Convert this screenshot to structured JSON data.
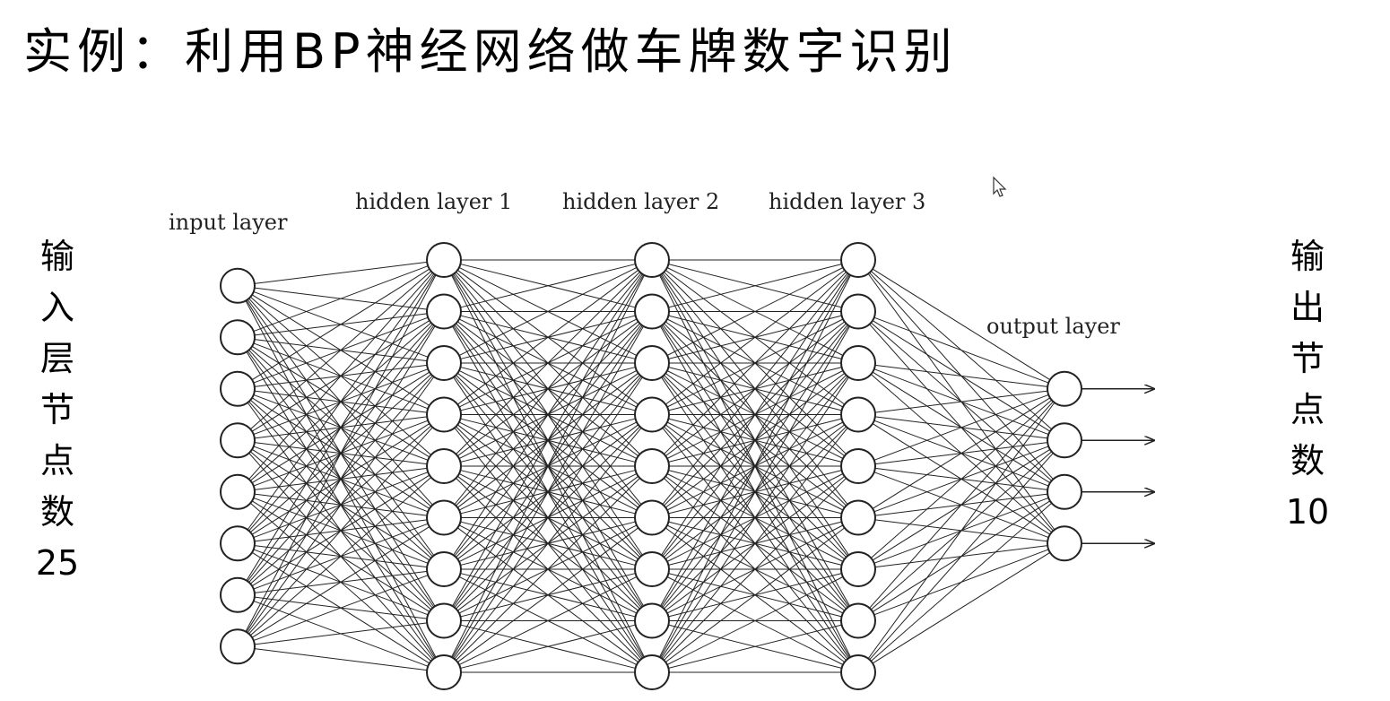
{
  "title": "实例：利用BP神经网络做车牌数字识别",
  "left_label": {
    "chars": [
      "输",
      "入",
      "层",
      "节",
      "点",
      "数",
      "25"
    ]
  },
  "right_label": {
    "chars": [
      "输",
      "出",
      "节",
      "点",
      "数",
      "10"
    ]
  },
  "diagram": {
    "layers": [
      {
        "name": "input layer",
        "nodes": 8
      },
      {
        "name": "hidden layer 1",
        "nodes": 9
      },
      {
        "name": "hidden layer 2",
        "nodes": 9
      },
      {
        "name": "hidden layer 3",
        "nodes": 9
      },
      {
        "name": "output layer",
        "nodes": 4
      }
    ],
    "connectivity": "fully-connected",
    "output_arrows": true
  },
  "cursor_icon": "mouse-pointer-icon",
  "colors": {
    "line": "#222222",
    "node_fill": "#ffffff",
    "text": "#000000"
  }
}
